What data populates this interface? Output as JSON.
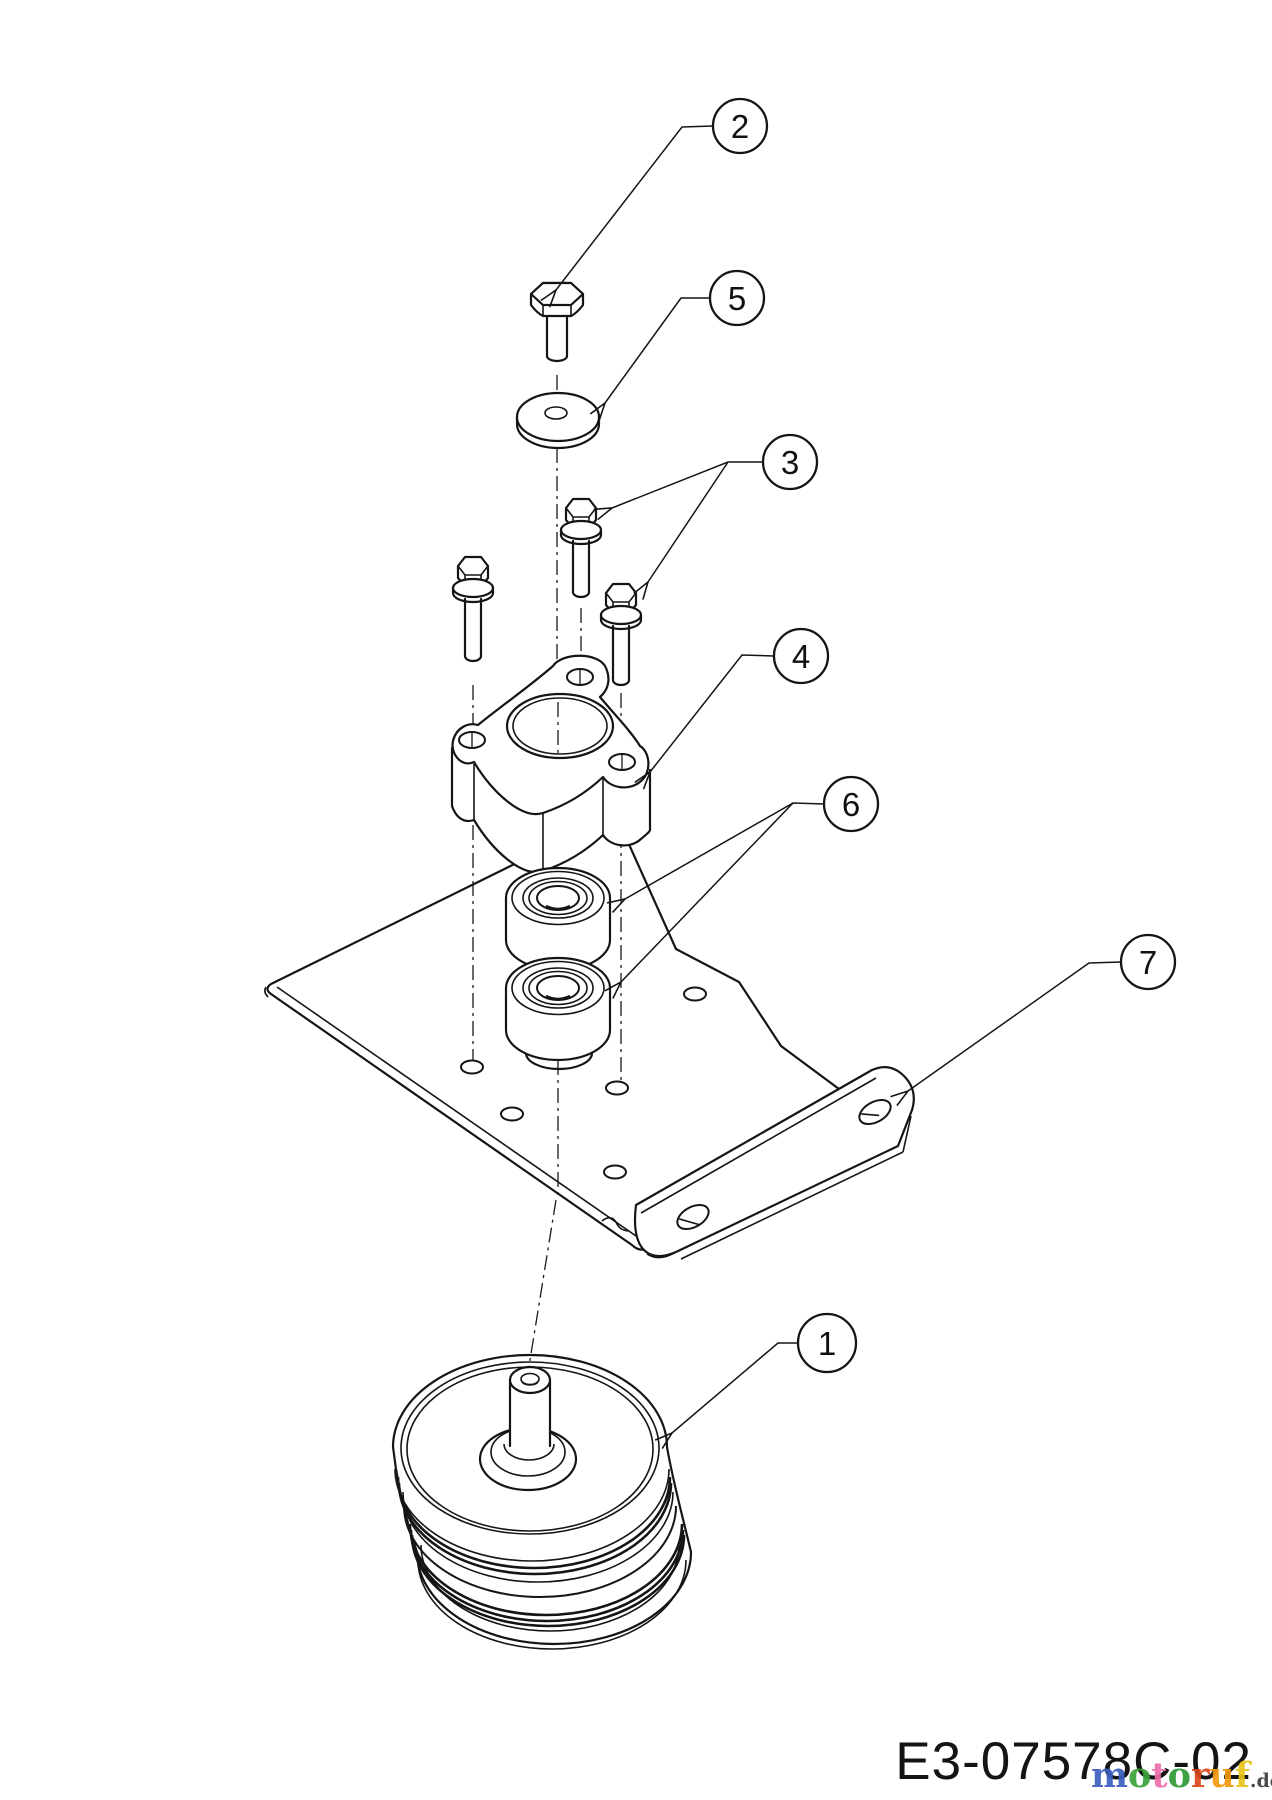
{
  "drawing_number": "E3-07578C-02",
  "callouts": [
    {
      "label": "1",
      "part": "v-belt-pulley"
    },
    {
      "label": "2",
      "part": "hex-bolt"
    },
    {
      "label": "3",
      "part": "hex-flange-bolts"
    },
    {
      "label": "4",
      "part": "bearing-spacer-flange"
    },
    {
      "label": "5",
      "part": "flat-washer"
    },
    {
      "label": "6",
      "part": "ball-bearings"
    },
    {
      "label": "7",
      "part": "bearing-mounting-plate"
    }
  ],
  "watermark": {
    "letters": [
      {
        "ch": "m",
        "color": "#3b5fc0"
      },
      {
        "ch": "o",
        "color": "#3aa23a"
      },
      {
        "ch": "t",
        "color": "#ee6cab"
      },
      {
        "ch": "o",
        "color": "#2e9b35"
      },
      {
        "ch": "r",
        "color": "#dd4619"
      },
      {
        "ch": "u",
        "color": "#f29a0d"
      },
      {
        "ch": "f",
        "color": "#e9c319"
      }
    ],
    "suffix": ".de",
    "suffix_color": "#3b3b3b"
  },
  "colors": {
    "line": "#151515",
    "background": "#ffffff"
  }
}
